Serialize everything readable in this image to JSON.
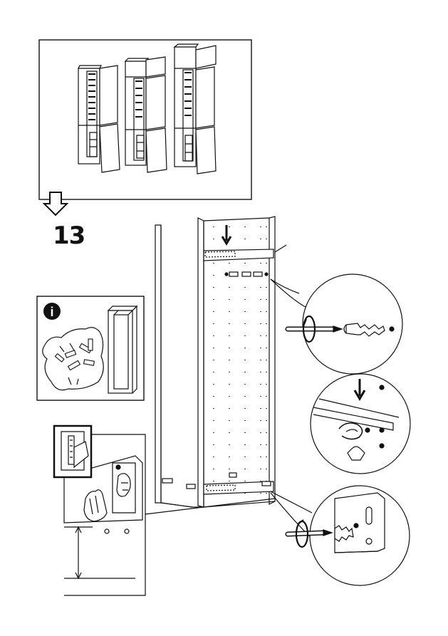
{
  "step": {
    "number": "13"
  },
  "info_panel": {
    "icon": "info-icon",
    "letter": "i"
  },
  "overview_panel": {
    "appliance_variants": 3,
    "icon": "fridge-cabinet-icon"
  },
  "navigation": {
    "arrow_icon": "down-arrow-icon"
  },
  "colors": {
    "ink": "#111111",
    "paper": "#ffffff",
    "fill": "#ffffff"
  }
}
